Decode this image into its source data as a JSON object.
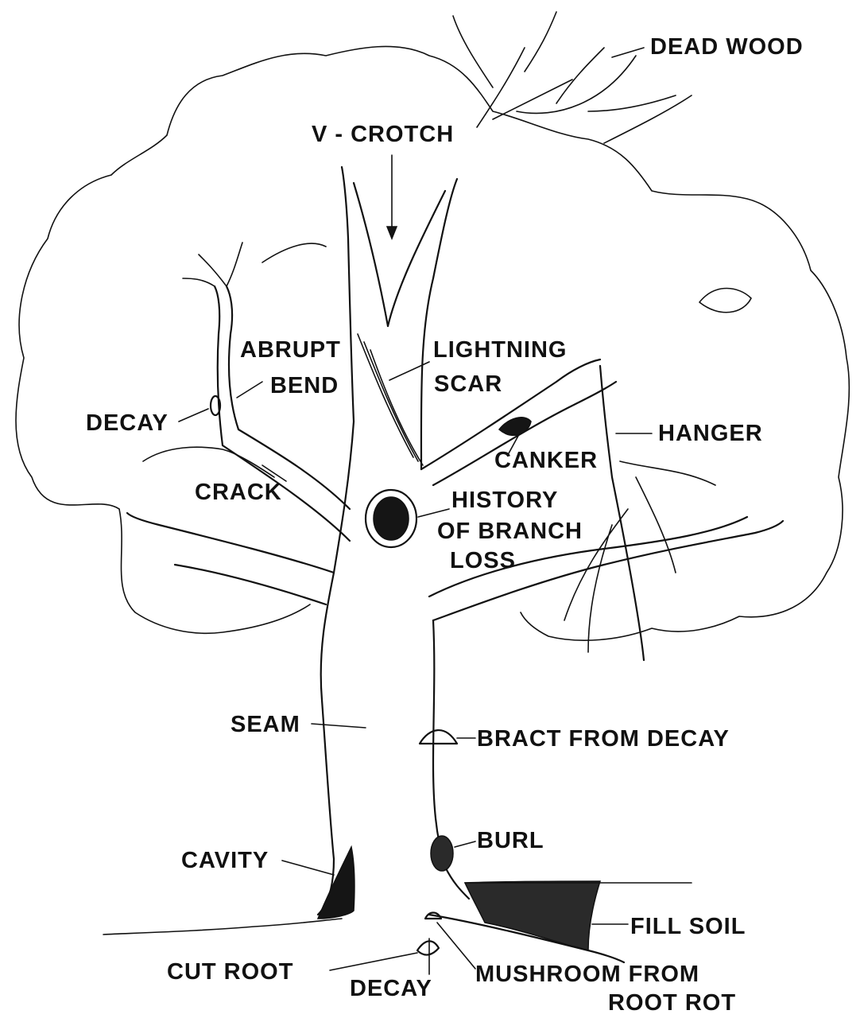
{
  "labels": {
    "dead_wood": "DEAD WOOD",
    "v_crotch": "V - CROTCH",
    "abrupt": "ABRUPT",
    "bend": "BEND",
    "lightning": "LIGHTNING",
    "scar": "SCAR",
    "decay_upper": "DECAY",
    "hanger": "HANGER",
    "canker": "CANKER",
    "crack": "CRACK",
    "history": "HISTORY",
    "of_branch": "OF BRANCH",
    "loss": "LOSS",
    "seam": "SEAM",
    "bract": "BRACT  FROM DECAY",
    "burl": "BURL",
    "cavity": "CAVITY",
    "fill_soil": "FILL  SOIL",
    "cut_root": "CUT  ROOT",
    "decay_lower": "DECAY",
    "mushroom": "MUSHROOM     FROM",
    "root_rot": "ROOT   ROT"
  }
}
